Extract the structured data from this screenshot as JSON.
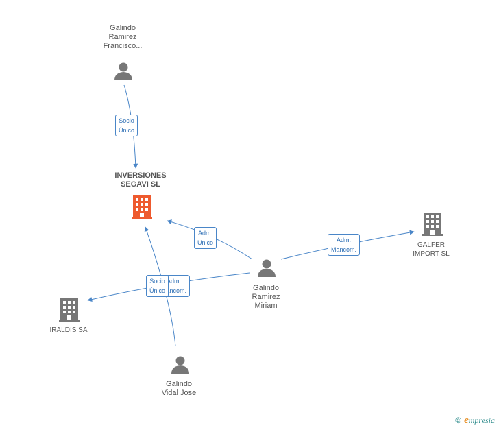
{
  "nodes": {
    "francisco": {
      "lines": [
        "Galindo",
        "Ramirez",
        "Francisco..."
      ],
      "kind": "person"
    },
    "segavi": {
      "lines": [
        "INVERSIONES",
        "SEGAVI SL"
      ],
      "kind": "company-main"
    },
    "miriam": {
      "lines": [
        "Galindo",
        "Ramirez",
        "Miriam"
      ],
      "kind": "person"
    },
    "galfer": {
      "lines": [
        "GALFER",
        "IMPORT SL"
      ],
      "kind": "company"
    },
    "iraldis": {
      "lines": [
        "IRALDIS SA"
      ],
      "kind": "company"
    },
    "vidal": {
      "lines": [
        "Galindo",
        "Vidal Jose"
      ],
      "kind": "person"
    }
  },
  "edges": {
    "francisco_segavi": [
      "Socio",
      "Único"
    ],
    "miriam_segavi": [
      "Adm.",
      "Unico"
    ],
    "miriam_galfer": [
      "Adm.",
      "Mancom."
    ],
    "miriam_iraldis": [
      "Adm.",
      "Mancom."
    ],
    "vidal_segavi": [
      "Socio",
      "Único"
    ]
  },
  "colors": {
    "edge": "#4a86c8",
    "node": "#777777",
    "main": "#ee5a2e"
  },
  "copyright": {
    "symbol": "©",
    "brand_initial": "e",
    "brand_rest": "mpresia"
  }
}
